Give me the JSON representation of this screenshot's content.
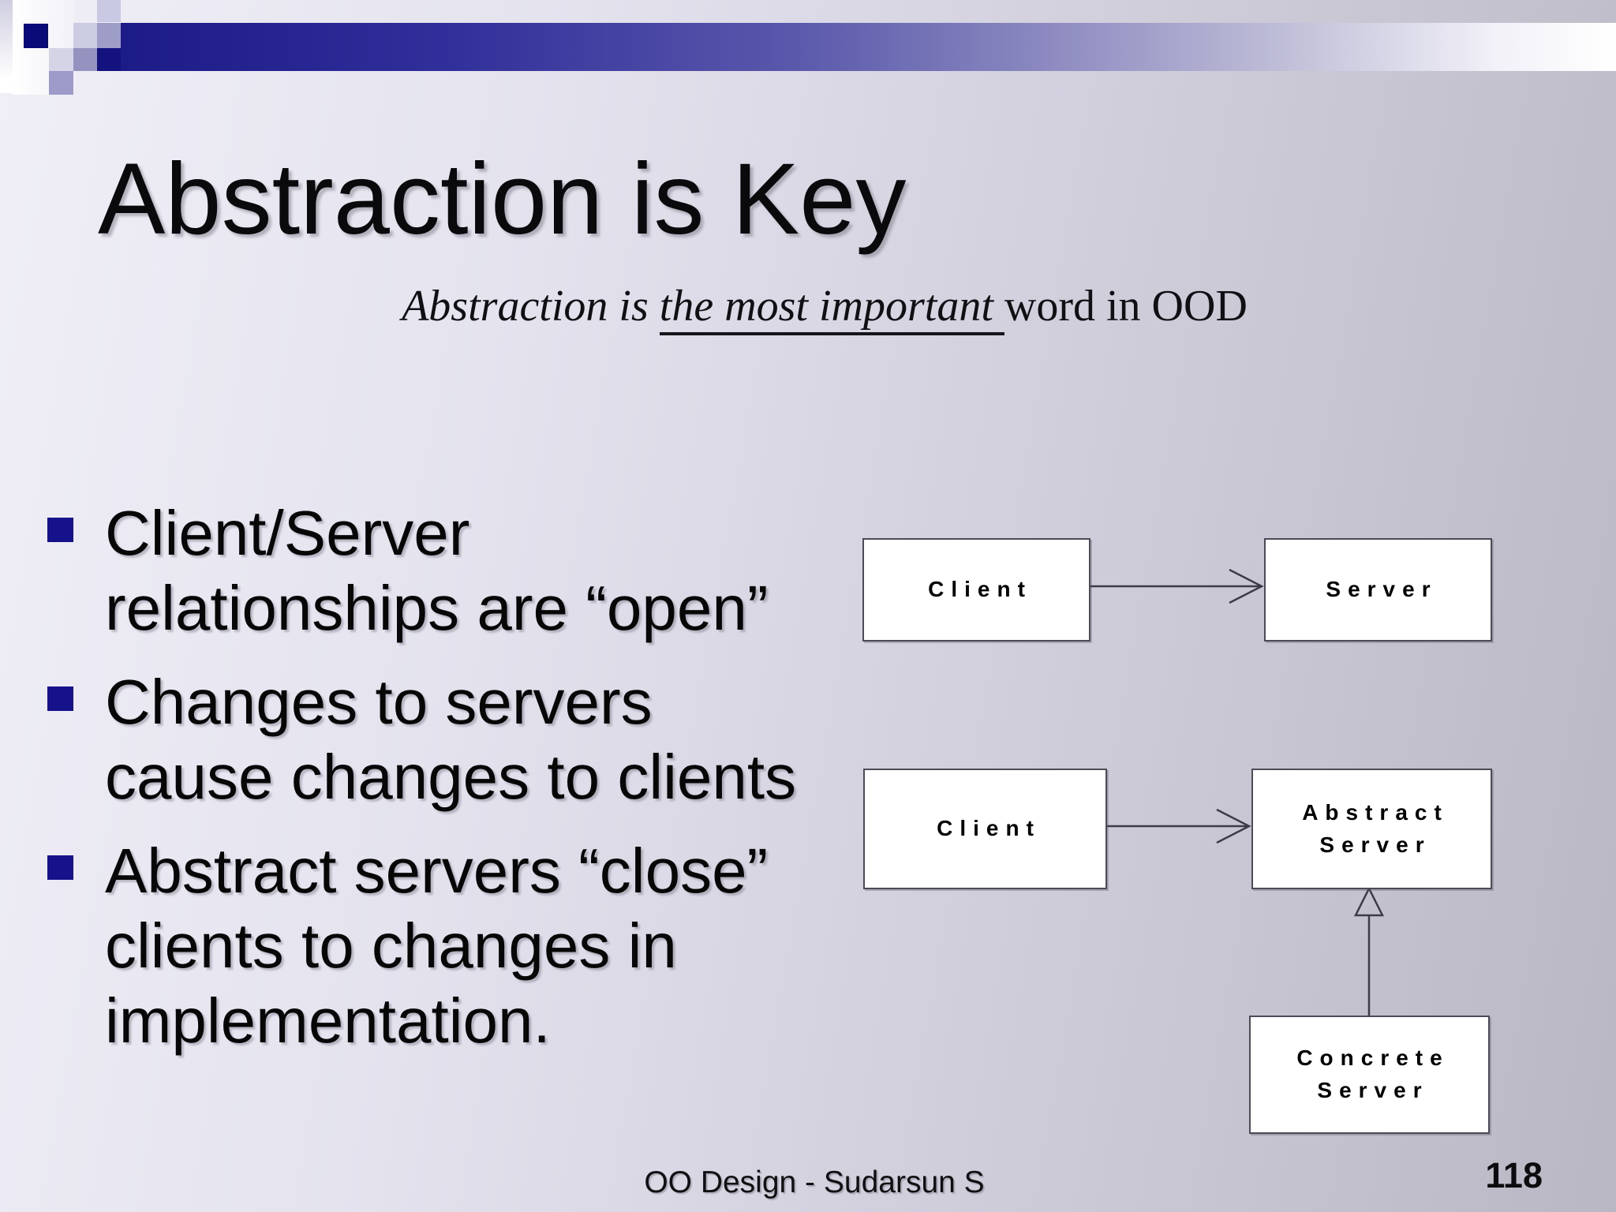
{
  "slide": {
    "title": "Abstraction is Key",
    "subtitle": {
      "lead": "Abstraction is ",
      "underlined": "the most important ",
      "tail": "word in OOD"
    },
    "bullets": [
      "Client/Server relationships are “open”",
      "Changes to servers cause changes to clients",
      "Abstract servers “close” clients to changes in implementation."
    ],
    "footer_text": "OO Design - Sudarsun S",
    "page_number": "118"
  },
  "diagram": {
    "client_top": "Client",
    "server": "Server",
    "client_bottom": "Client",
    "abstract_server": {
      "line1": "Abstract",
      "line2": "Server"
    },
    "concrete_server": {
      "line1": "Concrete",
      "line2": "Server"
    },
    "relations": [
      "Client → Server",
      "Client → Abstract Server",
      "Concrete Server —▷ Abstract Server (generalization)"
    ]
  },
  "colors": {
    "banner_navy": "#1c1b87",
    "accent_square_navy": "#0a0a78",
    "bullet_marker_navy": "#16128c",
    "background_left": "#f0eff7",
    "background_right": "#b9b7c3",
    "box_border": "#4b4b57",
    "connector": "#3c3c49"
  }
}
